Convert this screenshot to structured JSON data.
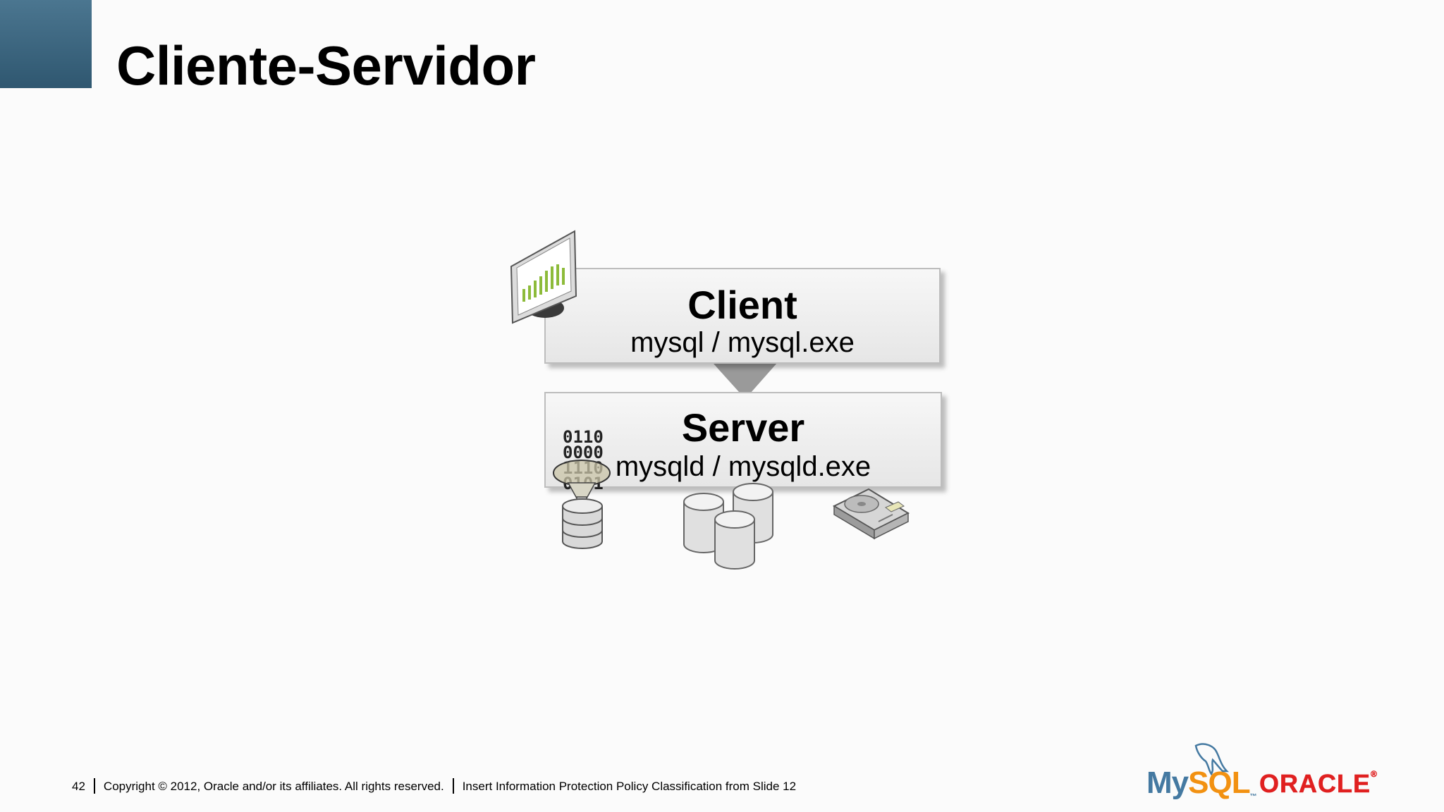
{
  "slide": {
    "title": "Cliente-Servidor"
  },
  "diagram": {
    "client": {
      "title": "Client",
      "subtitle": "mysql / mysql.exe"
    },
    "server": {
      "title": "Server",
      "subtitle": "mysqld / mysqld.exe"
    },
    "binary_rows": [
      "0110",
      "0000",
      "1110",
      "0101"
    ]
  },
  "footer": {
    "page_number": "42",
    "copyright": "Copyright © 2012, Oracle and/or its affiliates. All rights reserved.",
    "classification": "Insert Information Protection Policy Classification from Slide 12"
  },
  "logos": {
    "mysql_my": "My",
    "mysql_sql": "SQL",
    "mysql_tm": "™",
    "oracle": "ORACLE",
    "oracle_reg": "®"
  },
  "colors": {
    "corner_block": "#3f6a84",
    "mysql_blue": "#4479a1",
    "mysql_orange": "#f29111",
    "oracle_red": "#e02020"
  }
}
